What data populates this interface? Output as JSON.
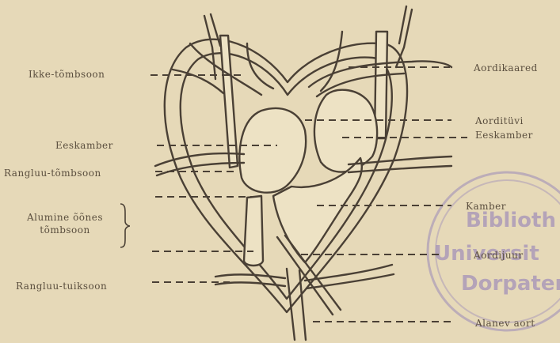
{
  "labels_left": {
    "ikke_tombsoon": "Ikke-tõmbsoon",
    "eeskamber": "Eeskamber",
    "rangluu_tombsoon": "Rangluu-tõmbsoon",
    "alumine_oones_line1": "Alumine õõnes",
    "alumine_oones_line2": "tõmbsoon",
    "rangluu_tuiksoon": "Rangluu-tuiksoon"
  },
  "labels_right": {
    "aordikaared": "Aordikaared",
    "aorditüvi": "Aorditüvi",
    "eeskamber": "Eeskamber",
    "kamber": "Kamber",
    "aordijuur": "Aordijuur",
    "alanev_aort": "Alanev aort"
  },
  "stamp": {
    "line1": "Biblioth",
    "line2": "Universit",
    "line3": "Dorpater",
    "color": "#8a77b8"
  },
  "colors": {
    "paper": "#e6d9b8",
    "ink": "#4a4035",
    "organ_fill": "#ede2c4"
  }
}
